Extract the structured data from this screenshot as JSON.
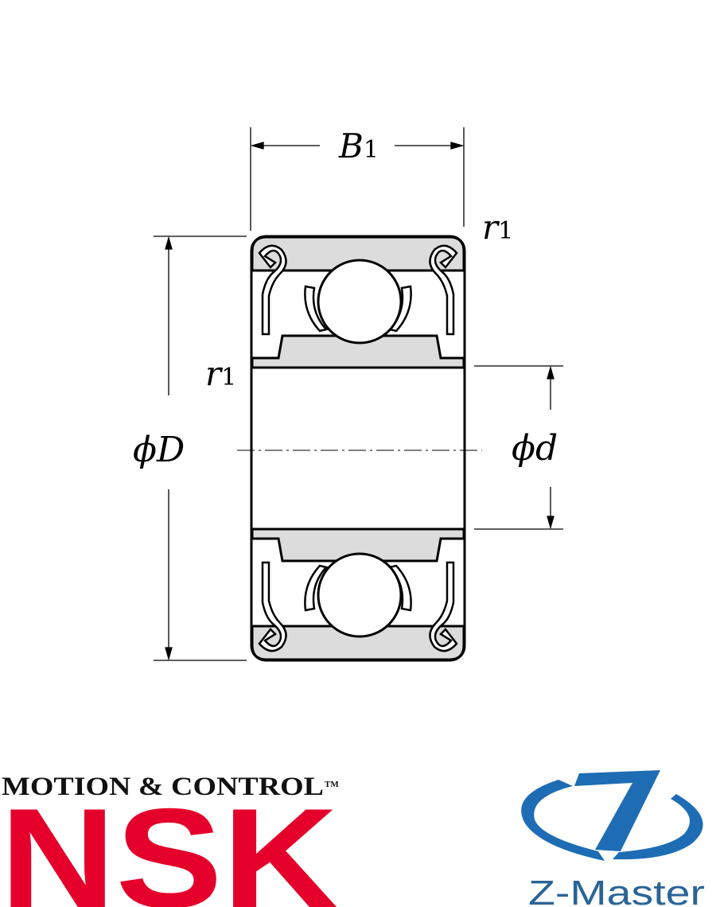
{
  "diagram": {
    "labels": {
      "width": "B",
      "width_sub": "1",
      "chamfer": "r",
      "chamfer_sub": "1",
      "outer_diameter": "ϕD",
      "bore_diameter": "ϕd"
    },
    "colors": {
      "ring_fill": "#dcdcdc",
      "line": "#000000"
    }
  },
  "logos": {
    "nsk": {
      "tagline": "MOTION & CONTROL",
      "tm": "TM",
      "name": "NSK",
      "color": "#e4002b"
    },
    "zmaster": {
      "name": "Z-Master",
      "color": "#1e6db4"
    }
  }
}
